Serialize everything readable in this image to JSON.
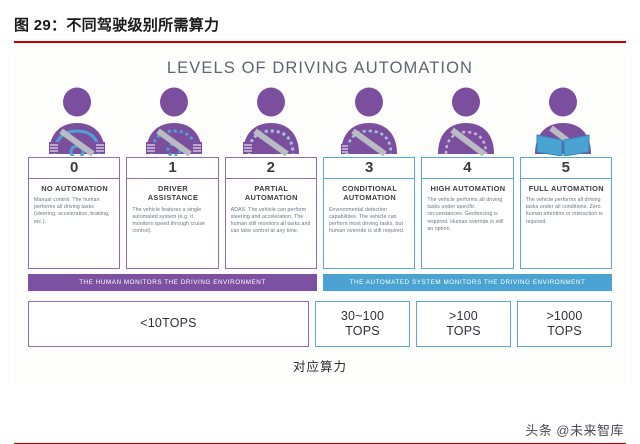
{
  "figure": {
    "title": "图 29：不同驾驶级别所需算力",
    "rule_color": "#c00000"
  },
  "infographic": {
    "title": "LEVELS OF DRIVING AUTOMATION",
    "purple": "#7c51a1",
    "blue": "#4ba3d3",
    "levels": [
      {
        "number": "0",
        "name": "NO AUTOMATION",
        "description": "Manual control. The human performs all driving tasks (steering, acceleration, braking, etc.).",
        "group": "human",
        "icon": "person-steering-wheel-icon"
      },
      {
        "number": "1",
        "name": "DRIVER ASSISTANCE",
        "description": "The vehicle features a single automated system (e.g. it monitors speed through cruise control).",
        "group": "human",
        "icon": "person-hands-on-wheel-icon"
      },
      {
        "number": "2",
        "name": "PARTIAL AUTOMATION",
        "description": "ADAS. The vehicle can perform steering and acceleration. The human still monitors all tasks and can take control at any time.",
        "group": "human",
        "icon": "person-one-hand-wheel-icon"
      },
      {
        "number": "3",
        "name": "CONDITIONAL AUTOMATION",
        "description": "Environmental detection capabilities. The vehicle can perform most driving tasks, but human override is still required.",
        "group": "system",
        "icon": "person-hands-off-wheel-icon"
      },
      {
        "number": "4",
        "name": "HIGH AUTOMATION",
        "description": "The vehicle performs all driving tasks under specific circumstances. Geofencing is required. Human override is still an option.",
        "group": "system",
        "icon": "person-no-wheel-icon"
      },
      {
        "number": "5",
        "name": "FULL AUTOMATION",
        "description": "The vehicle performs all driving tasks under all conditions. Zero human attention or interaction is required.",
        "group": "system",
        "icon": "person-reading-book-icon"
      }
    ],
    "bars": {
      "human": "THE HUMAN MONITORS THE DRIVING ENVIRONMENT",
      "system": "THE AUTOMATED SYSTEM MONITORS THE DRIVING ENVIRONMENT"
    }
  },
  "compute": {
    "caption": "对应算力",
    "boxes": [
      {
        "value": "<10TOPS",
        "span": "levels-0-2",
        "color": "purple"
      },
      {
        "value": "30~100\nTOPS",
        "line1": "30~100",
        "line2": "TOPS",
        "span": "level-3",
        "color": "blue"
      },
      {
        "value": ">100\nTOPS",
        "line1": ">100",
        "line2": "TOPS",
        "span": "level-4",
        "color": "blue"
      },
      {
        "value": ">1000\nTOPS",
        "line1": ">1000",
        "line2": "TOPS",
        "span": "level-5",
        "color": "blue"
      }
    ]
  },
  "footer": {
    "watermark": "头条 @未来智库"
  }
}
